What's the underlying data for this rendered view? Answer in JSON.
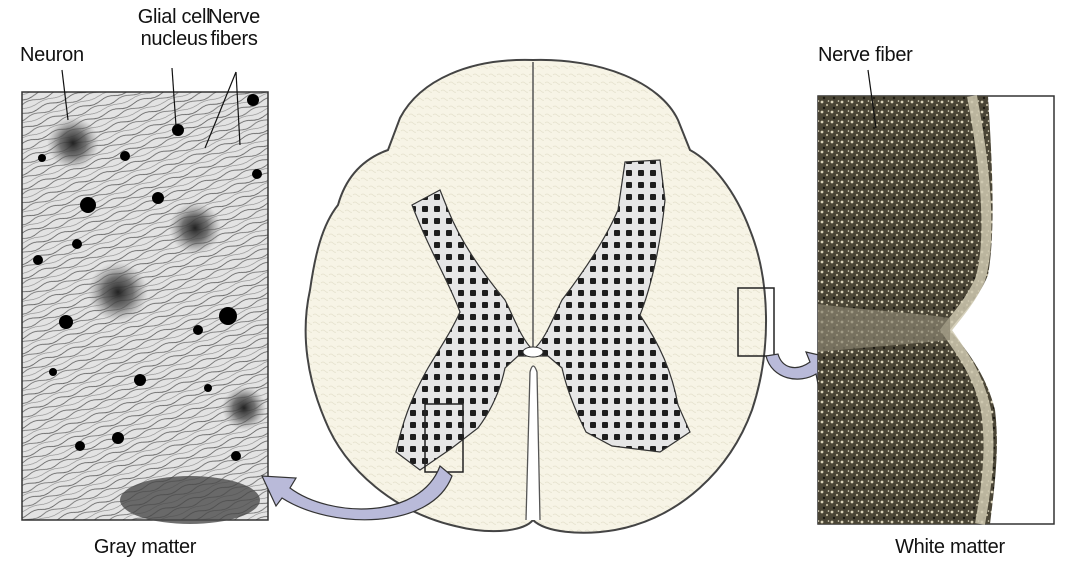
{
  "labels": {
    "neuron": "Neuron",
    "glial_cell_nucleus": "Glial cell\nnucleus",
    "nerve_fibers": "Nerve\nfibers",
    "nerve_fiber": "Nerve fiber",
    "gray_matter": "Gray matter",
    "white_matter": "White matter"
  },
  "colors": {
    "cord_fill": "#f7f4e6",
    "gray_matter_fill": "#c9c9c9",
    "arrow_fill": "#b9bad9",
    "panel_gray": "#d9d9d9",
    "panel_white": "#3e3a2e",
    "outline": "#333333"
  }
}
